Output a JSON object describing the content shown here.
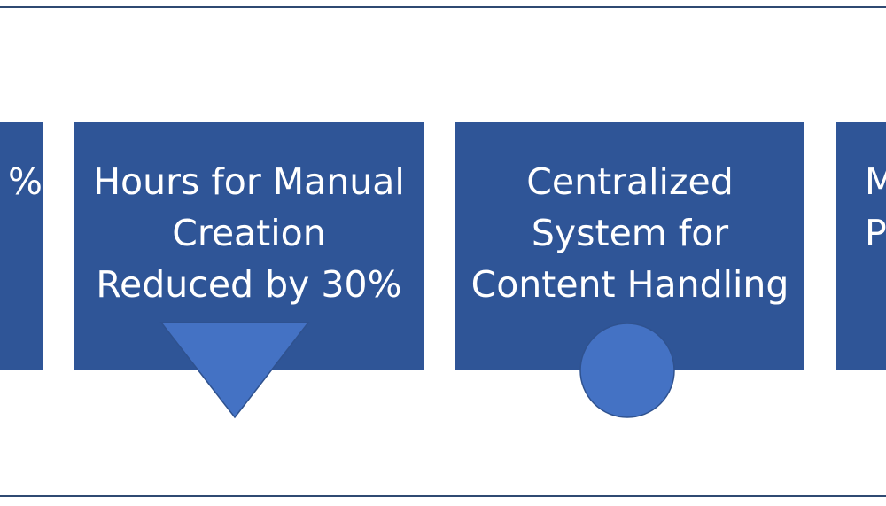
{
  "diagram": {
    "boxes": [
      {
        "id": "left-partial",
        "lines": [
          "",
          "",
          "%"
        ]
      },
      {
        "id": "hours",
        "lines": [
          "Hours for Manual",
          "Creation",
          "Reduced by 30%"
        ],
        "marker": "triangle-down"
      },
      {
        "id": "central",
        "lines": [
          "Centralized",
          "System for",
          "Content Handling"
        ],
        "marker": "circle"
      },
      {
        "id": "right-partial",
        "lines": [
          "M",
          "P",
          ""
        ]
      }
    ],
    "colors": {
      "box_fill": "#2f5597",
      "marker_fill": "#4472c4",
      "marker_stroke": "#2f528f",
      "rule": "#2f4a72",
      "text": "#ffffff"
    }
  }
}
